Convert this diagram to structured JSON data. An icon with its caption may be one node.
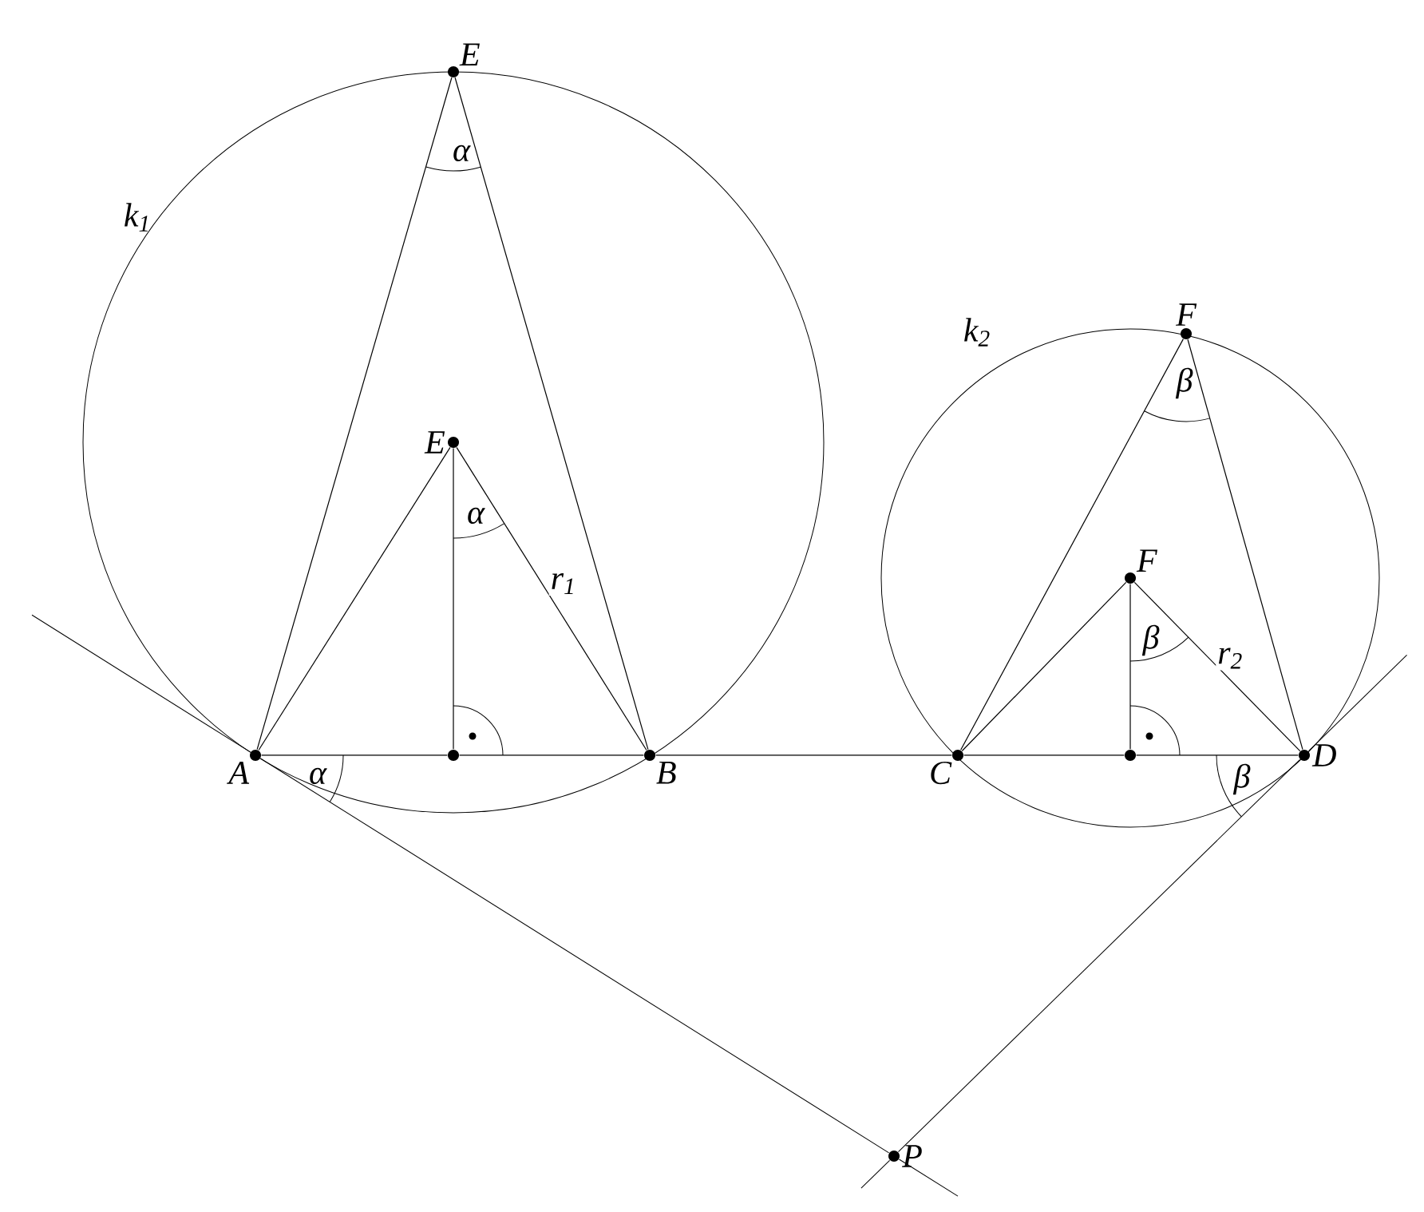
{
  "diagram": {
    "nodes": [
      {
        "text": [
          "E"
        ]
      },
      {
        "text": [
          "F"
        ]
      },
      {
        "text": [
          "E"
        ]
      },
      {
        "text": [
          "F"
        ]
      },
      {
        "text": [
          "A"
        ]
      },
      {
        "text": [],
        "shape": "dot"
      },
      {
        "text": [
          "B"
        ]
      },
      {
        "text": [
          "C"
        ]
      },
      {
        "text": [],
        "shape": "dot"
      },
      {
        "text": [
          "D"
        ]
      },
      {
        "text": [
          "P"
        ]
      }
    ],
    "edges": [
      {
        "from": 4,
        "to": 0,
        "arrow": "none"
      },
      {
        "from": 6,
        "to": 0,
        "arrow": "none"
      },
      {
        "from": 4,
        "to": 2,
        "arrow": "none"
      },
      {
        "from": 2,
        "to": 6,
        "arrow": "none",
        "label": "r$_{1}$"
      },
      {
        "from": 2,
        "to": 5,
        "arrow": "none"
      },
      {
        "from": 4,
        "to": 5,
        "arrow": "none"
      },
      {
        "from": 5,
        "to": 6,
        "arrow": "none"
      },
      {
        "from": 6,
        "to": 7,
        "arrow": "none"
      },
      {
        "from": 7,
        "to": 8,
        "arrow": "none"
      },
      {
        "from": 8,
        "to": 9,
        "arrow": "none"
      },
      {
        "from": 7,
        "to": 1,
        "arrow": "none"
      },
      {
        "from": 9,
        "to": 1,
        "arrow": "none"
      },
      {
        "from": 7,
        "to": 3,
        "arrow": "none"
      },
      {
        "from": 3,
        "to": 9,
        "arrow": "none",
        "label": "r$_{2}$"
      },
      {
        "from": 3,
        "to": 8,
        "arrow": "none"
      },
      {
        "from": 4,
        "to": 10,
        "arrow": "none"
      },
      {
        "from": 9,
        "to": 10,
        "arrow": "none"
      }
    ],
    "labels": [
      "k$_{1}$",
      "α",
      "α",
      "α",
      "k$_{2}$",
      "β",
      "β",
      "β"
    ]
  }
}
